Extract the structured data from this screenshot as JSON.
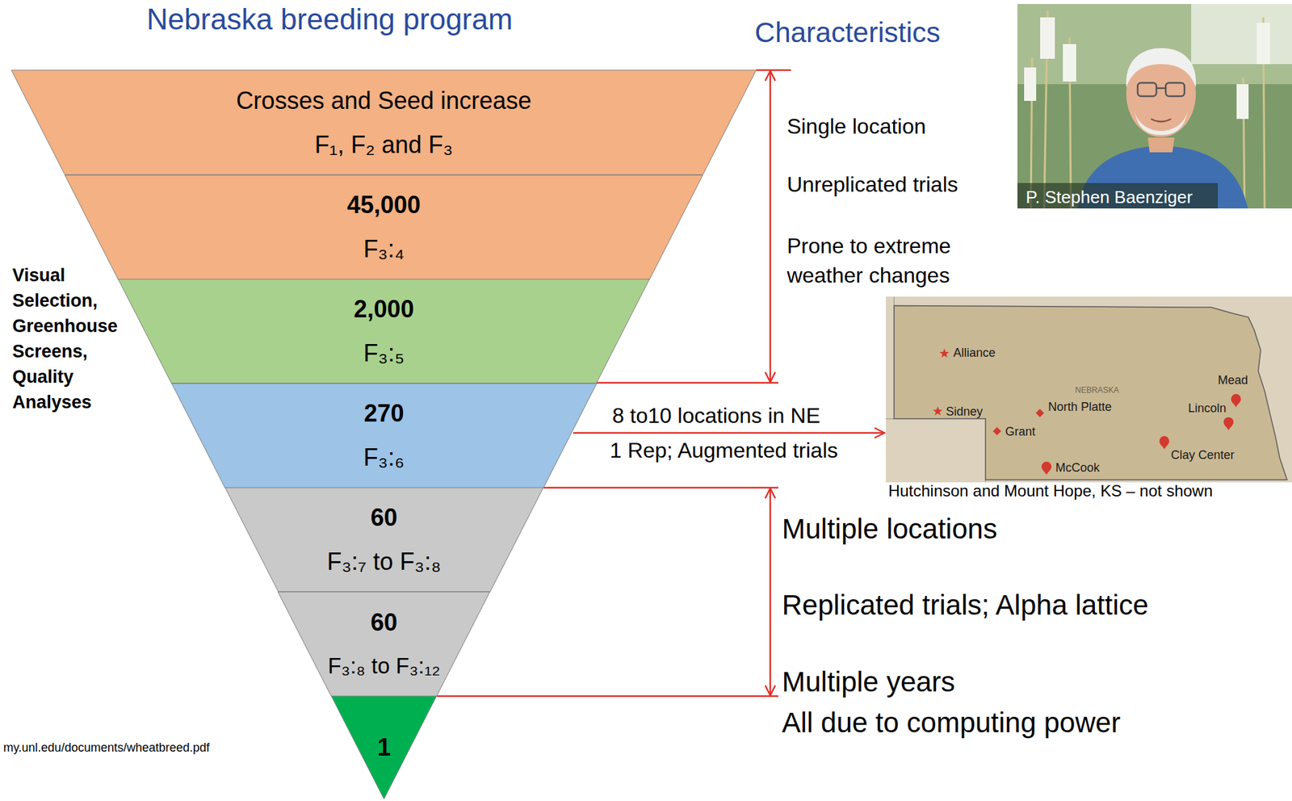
{
  "diagram": {
    "title": "Nebraska breeding program",
    "nodes": [
      {
        "text": [
          "Crosses and Seed increase",
          "F₁, F₂ and F₃"
        ]
      },
      {
        "text": [
          "45,000",
          "F₃:₄"
        ]
      },
      {
        "text": [
          "2,000",
          "F₃:₅"
        ]
      },
      {
        "text": [
          "270",
          "F₃:₆"
        ]
      },
      {
        "text": [
          "60",
          "F₃:₇ to F₃:₈"
        ]
      },
      {
        "text": [
          "60",
          "F₃:₈ to F₃:₁₂"
        ]
      },
      {
        "text": [
          "1"
        ]
      }
    ],
    "labels": [
      "Characteristics",
      "Visual Selection, Greenhouse Screens, Quality Analyses",
      "Single location",
      "Unreplicated trials",
      "Prone to extreme weather changes",
      "P. Stephen Baenziger",
      "Alliance",
      "NEBRASKA",
      "Sidney",
      "North Platte",
      "Grant",
      "Mead",
      "Lincoln",
      "Clay Center",
      "McCook",
      "8 to10 locations in NE",
      "1 Rep; Augmented trials",
      "Hutchinson and Mount Hope, KS – not shown",
      "Multiple locations",
      "Replicated trials; Alpha lattice",
      "Multiple years",
      "All due to computing power",
      "my.unl.edu/documents/wheatbreed.pdf"
    ]
  }
}
